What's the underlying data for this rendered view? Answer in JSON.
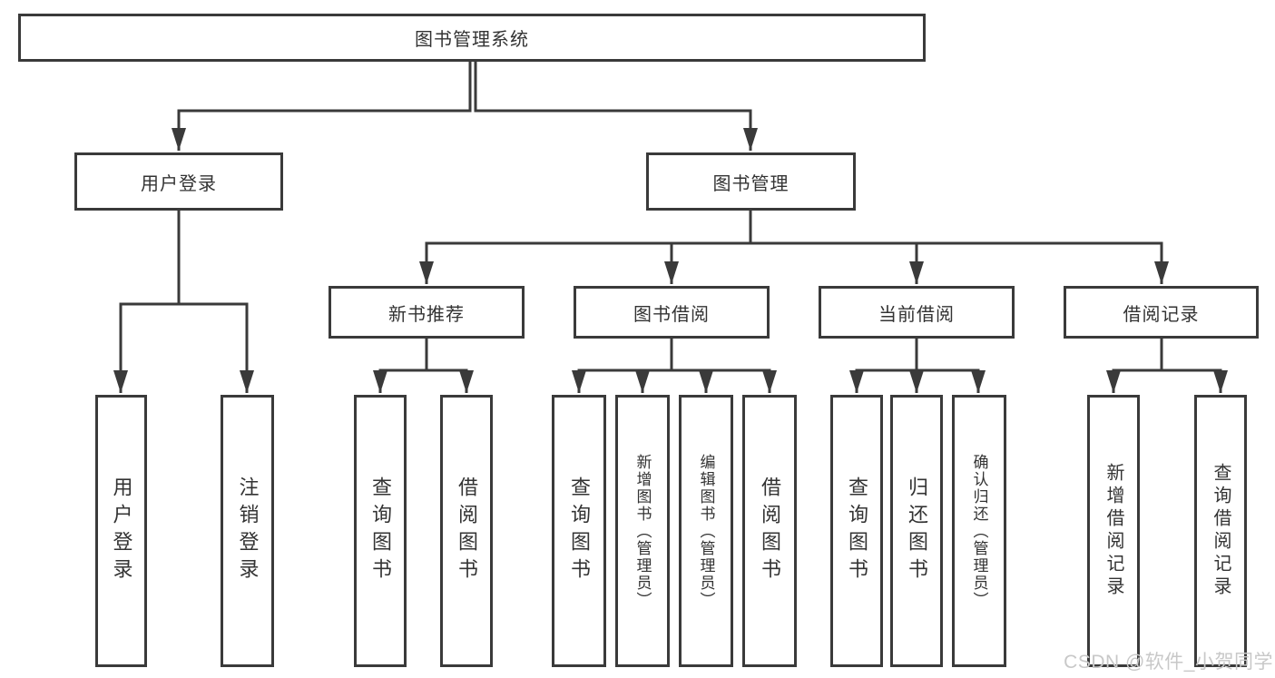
{
  "nodes": {
    "root": {
      "label": "图书管理系统"
    },
    "level2": [
      {
        "label": "用户登录"
      },
      {
        "label": "图书管理"
      }
    ],
    "level3": [
      {
        "label": "新书推荐"
      },
      {
        "label": "图书借阅"
      },
      {
        "label": "当前借阅"
      },
      {
        "label": "借阅记录"
      }
    ],
    "leaves": {
      "user_login": [
        {
          "label": "用户登录"
        },
        {
          "label": "注销登录"
        }
      ],
      "new_books": [
        {
          "label": "查询图书"
        },
        {
          "label": "借阅图书"
        }
      ],
      "book_borrow": [
        {
          "label": "查询图书"
        },
        {
          "label": "新增图书（管理员）"
        },
        {
          "label": "编辑图书（管理员）"
        },
        {
          "label": "借阅图书"
        }
      ],
      "current_borrow": [
        {
          "label": "查询图书"
        },
        {
          "label": "归还图书"
        },
        {
          "label": "确认归还（管理员）"
        }
      ],
      "borrow_records": [
        {
          "label": "新增借阅记录"
        },
        {
          "label": "查询借阅记录"
        }
      ]
    }
  },
  "watermark": "CSDN @软件_小贺同学",
  "colors": {
    "line": "#3a3a3a",
    "box_border": "#3a3a3a",
    "text": "#333333",
    "background": "#ffffff",
    "watermark": "#c8c8c8"
  }
}
